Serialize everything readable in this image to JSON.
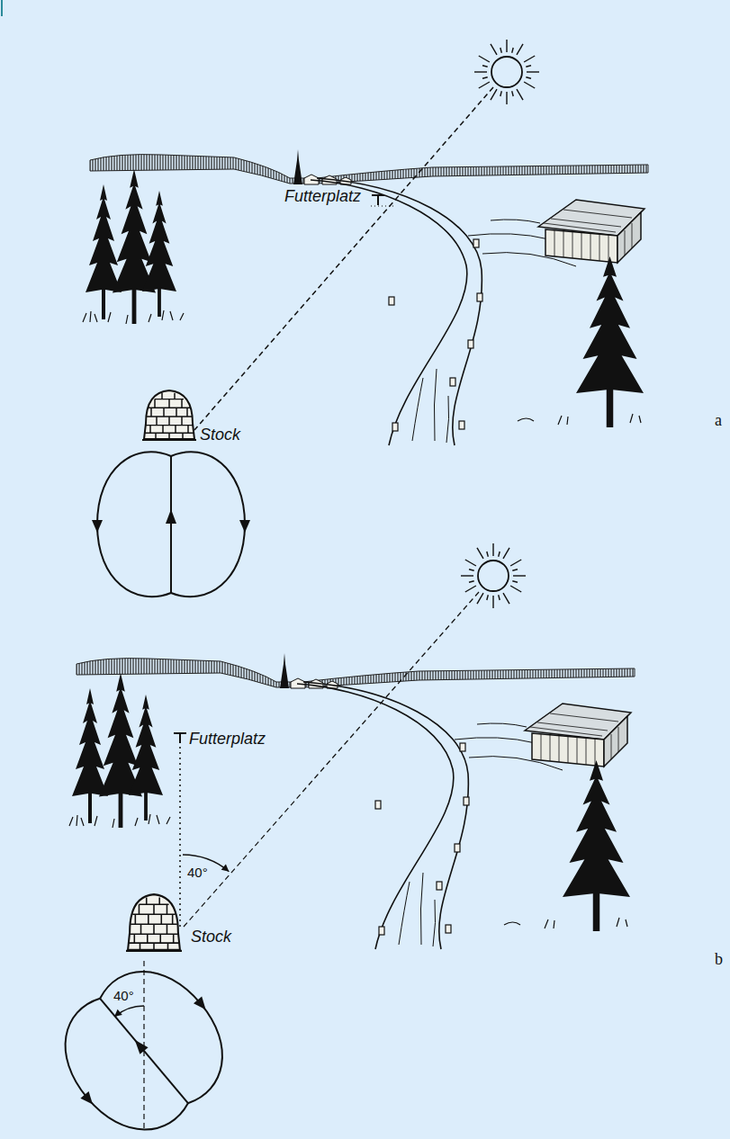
{
  "diagram": {
    "labels": [
      "Futterplatz",
      "Stock",
      "a",
      "Futterplatz",
      "40°",
      "Stock",
      "40°",
      "b"
    ]
  }
}
